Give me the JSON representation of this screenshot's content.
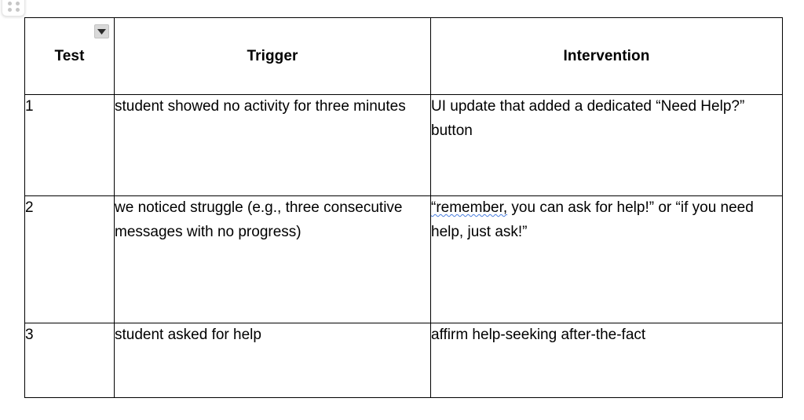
{
  "handle": {
    "name": "table-drag-handle",
    "dots": 6
  },
  "table": {
    "caption": "",
    "header_dropdown_label": "▾",
    "columns": [
      {
        "key": "test",
        "label": "Test"
      },
      {
        "key": "trigger",
        "label": "Trigger"
      },
      {
        "key": "intervention",
        "label": "Intervention"
      }
    ],
    "rows": [
      {
        "test": "1",
        "trigger": "student showed no activity for three minutes",
        "intervention_pre": "UI update that added a dedicated “Need Help?” button",
        "intervention_flagged": "",
        "intervention_post": ""
      },
      {
        "test": "2",
        "trigger": "we noticed struggle (e.g., three consecutive messages with no progress)",
        "intervention_pre": "",
        "intervention_flagged": "“remember,",
        "intervention_post": " you can ask for help!” or “if you need help, just ask!”"
      },
      {
        "test": "3",
        "trigger": "student asked for help",
        "intervention_pre": "affirm help-seeking after-the-fact",
        "intervention_flagged": "",
        "intervention_post": ""
      }
    ]
  },
  "colors": {
    "border": "#000000",
    "text": "#000000",
    "spellcheck_underline": "#4a7fe0",
    "dropdown_bg": "#d9d9d9",
    "handle_dot": "#c6c6c6",
    "page_bg": "#ffffff"
  }
}
